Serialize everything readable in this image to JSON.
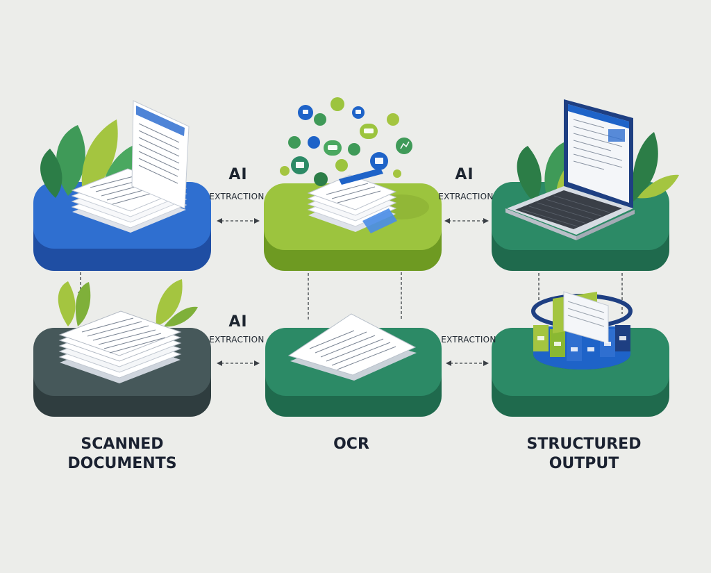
{
  "connector_labels": {
    "top_left": {
      "ai": "AI",
      "extraction": "EXTRACTION"
    },
    "top_right": {
      "ai": "AI",
      "extraction": "EXTRACTION"
    },
    "bottom_left": {
      "ai": "AI",
      "extraction": "EXTRACTION"
    },
    "bottom_right": {
      "extraction": "EXTRACTION"
    }
  },
  "stage_titles": {
    "left": {
      "line1": "SCANNED",
      "line2": "DOCUMENTS"
    },
    "center": {
      "line1": "OCR"
    },
    "right": {
      "line1": "STRUCTURED",
      "line2": "OUTPUT"
    }
  },
  "colors": {
    "background": "#ecedea",
    "platform_blue": "#2f6fd0",
    "platform_lime": "#9cc43e",
    "platform_green": "#2c8a66",
    "platform_slate": "#46585a",
    "leaf_green": "#3f9a58",
    "leaf_lime": "#a4c540",
    "accent_blue": "#1e63c8"
  }
}
